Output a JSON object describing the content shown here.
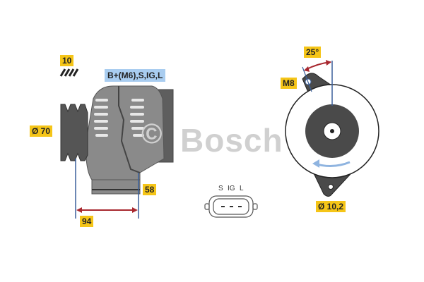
{
  "labels": {
    "thread_count": "10",
    "terminals": "B+(M6),S,IG,L",
    "pulley_diameter": "Ø 70",
    "width_dim": "94",
    "offset_dim": "58",
    "angle": "25°",
    "mount_thread": "M8",
    "mount_hole": "Ø 10,2"
  },
  "connector": {
    "pins": [
      "S",
      "IG",
      "L"
    ]
  },
  "watermark": {
    "copyright": "©",
    "brand": "Bosch"
  },
  "colors": {
    "tag_bg": "#f5c518",
    "terminal_bg": "#a9cdf0",
    "dim_line": "#3a5f9a",
    "arrow": "#a8282f",
    "body_gray": "#6d6d6d",
    "dark_gray": "#4a4a4a"
  }
}
